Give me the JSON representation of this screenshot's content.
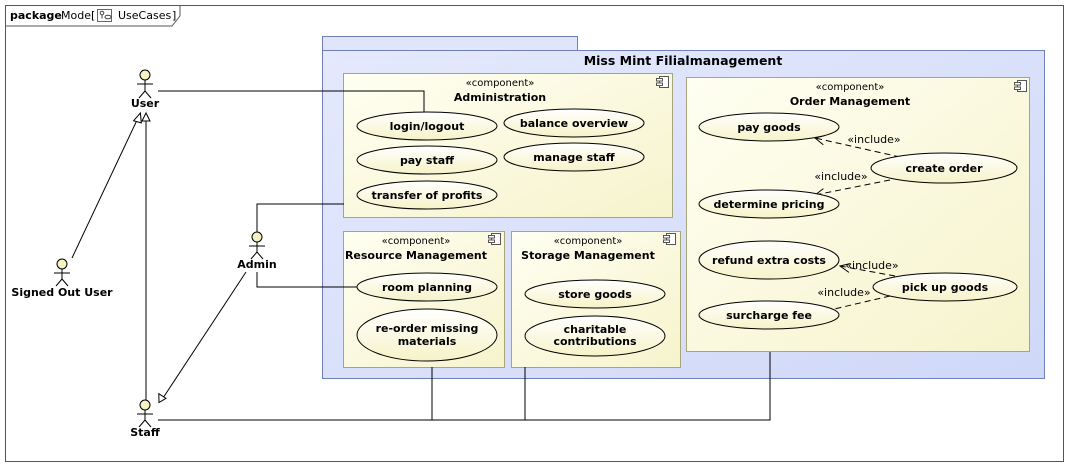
{
  "frame": {
    "keyword": "package",
    "prefix": "Model",
    "open_bracket": "[",
    "diagram_name": "UseCases",
    "close_bracket": "]"
  },
  "system": {
    "title": "Miss Mint Filialmanagement"
  },
  "actors": {
    "user": "User",
    "signed_out_user": "Signed Out User",
    "admin": "Admin",
    "staff": "Staff"
  },
  "components": {
    "stereotype": "«component»",
    "administration": {
      "name": "Administration",
      "use_cases": [
        "login/logout",
        "balance overview",
        "pay staff",
        "manage staff",
        "transfer of profits"
      ]
    },
    "resource_management": {
      "name": "Resource Management",
      "use_cases": [
        "room planning",
        "re-order missing",
        "materials"
      ]
    },
    "storage_management": {
      "name": "Storage Management",
      "use_cases": [
        "store goods",
        "charitable",
        "contributions"
      ]
    },
    "order_management": {
      "name": "Order Management",
      "use_cases": [
        "pay goods",
        "create order",
        "determine pricing",
        "refund extra costs",
        "pick up goods",
        "surcharge fee"
      ]
    }
  },
  "relations": {
    "include_label": "«include»"
  },
  "colors": {
    "system_fill": "#dce3fb",
    "system_stroke": "#6f7fb8",
    "component_fill": "#fefee4",
    "component_stroke": "#a6a67a",
    "usecase_fill": "#fefee0",
    "actor_fill": "#f6f2c4"
  }
}
